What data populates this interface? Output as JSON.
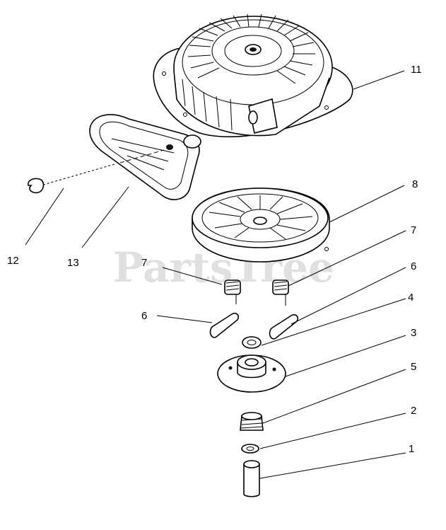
{
  "watermark": "PartsTree",
  "callouts": {
    "c11": "11",
    "c8": "8",
    "c7r": "7",
    "c7l": "7",
    "c6r": "6",
    "c6l": "6",
    "c4": "4",
    "c3": "3",
    "c5": "5",
    "c2": "2",
    "c1": "1",
    "c12": "12",
    "c13": "13"
  },
  "parts": [
    {
      "id": "1",
      "icon": "pin-icon"
    },
    {
      "id": "2",
      "icon": "washer-icon"
    },
    {
      "id": "3",
      "icon": "cam-icon"
    },
    {
      "id": "4",
      "icon": "washer-icon"
    },
    {
      "id": "5",
      "icon": "spring-icon"
    },
    {
      "id": "6",
      "icon": "pawl-icon"
    },
    {
      "id": "7",
      "icon": "spring-icon"
    },
    {
      "id": "8",
      "icon": "pulley-icon"
    },
    {
      "id": "11",
      "icon": "housing-icon"
    },
    {
      "id": "12",
      "icon": "rope-icon"
    },
    {
      "id": "13",
      "icon": "handle-icon"
    }
  ]
}
